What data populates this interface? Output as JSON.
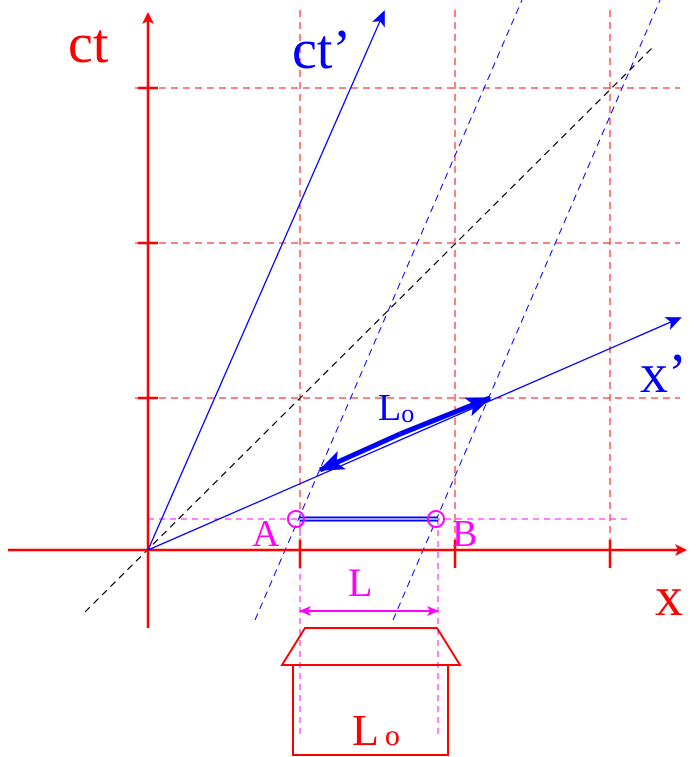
{
  "axes": {
    "ct": "ct",
    "ct_prime": "ct’",
    "x": "x",
    "x_prime": "x’"
  },
  "points": {
    "a": "A",
    "b": "B"
  },
  "lengths": {
    "contracted": "L",
    "proper_moving": "L",
    "proper_moving_sub": "o",
    "garage_l": "L",
    "garage_sub": "o"
  },
  "colors": {
    "stationary_frame": "#ff0000",
    "moving_frame": "#0000ff",
    "events": "#ff00ff",
    "light_cone": "#000000",
    "background": "#ffffff"
  }
}
